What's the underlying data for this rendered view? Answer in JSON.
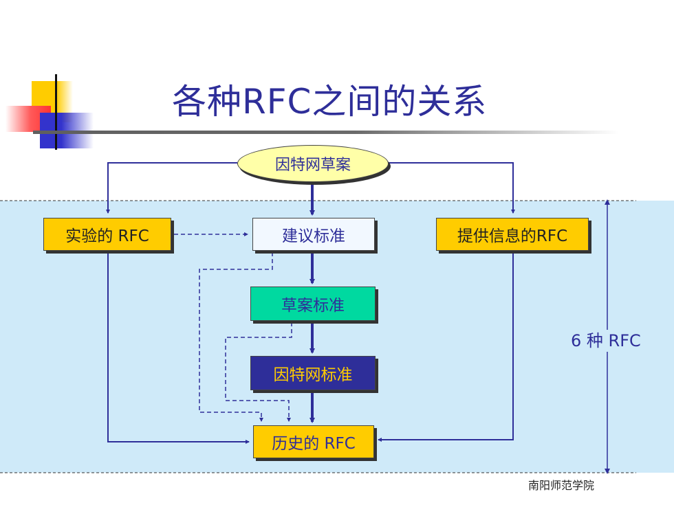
{
  "title": "各种RFC之间的关系",
  "nodes": {
    "internet_draft": "因特网草案",
    "experimental": "实验的 RFC",
    "proposed": "建议标准",
    "informational": "提供信息的RFC",
    "draft_standard": "草案标准",
    "internet_standard": "因特网标准",
    "historic": "历史的 RFC"
  },
  "side_label": "6 种 RFC",
  "footer": "南阳师范学院",
  "colors": {
    "title": "#2e2e99",
    "band": "#cfeaf9",
    "yellow": "#ffcc00",
    "green": "#00d9a0",
    "navy": "#2e2e99",
    "ellipse": "#ffffa8"
  }
}
